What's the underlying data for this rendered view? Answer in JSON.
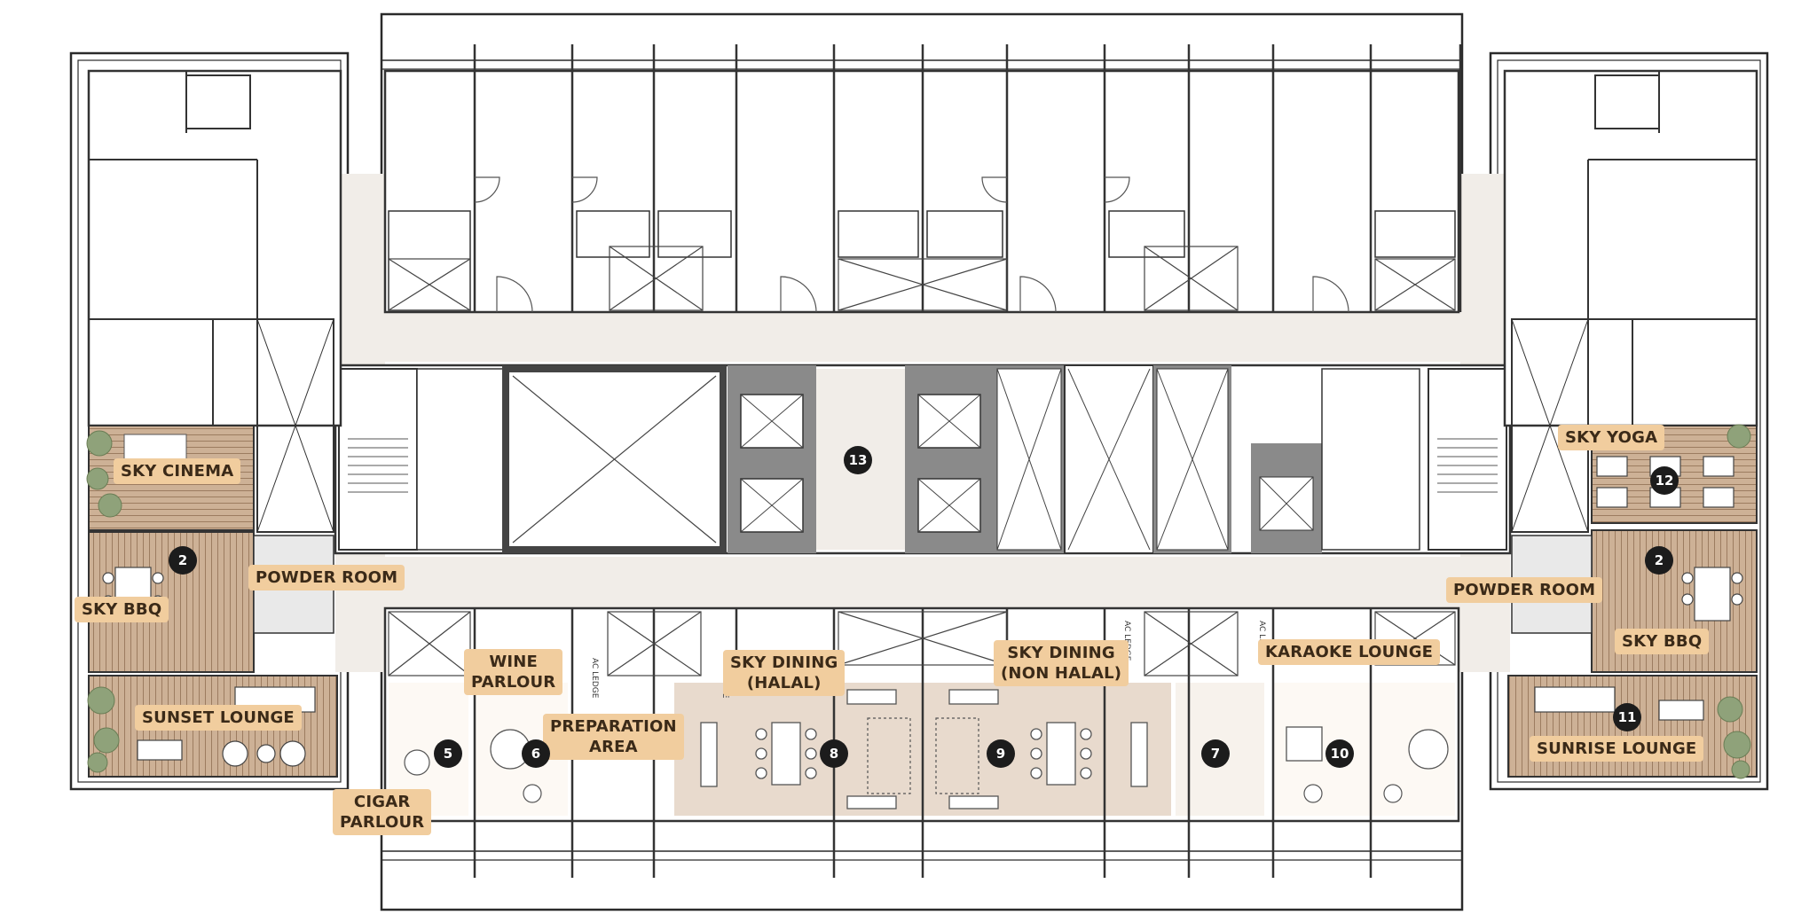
{
  "labels": {
    "sky_cinema": "SKY CINEMA",
    "powder_room_left": "POWDER ROOM",
    "sky_bbq_left": "SKY BBQ",
    "sunset_lounge": "SUNSET LOUNGE",
    "wine_parlour": "WINE\nPARLOUR",
    "preparation_area": "PREPARATION\nAREA",
    "cigar_parlour": "CIGAR\nPARLOUR",
    "sky_dining_halal": "SKY DINING\n(HALAL)",
    "sky_dining_non_halal": "SKY DINING\n(NON HALAL)",
    "karaoke_lounge": "KARAOKE LOUNGE",
    "sky_yoga": "SKY YOGA",
    "powder_room_right": "POWDER ROOM",
    "sky_bbq_right": "SKY BBQ",
    "sunrise_lounge": "SUNRISE LOUNGE"
  },
  "markers": {
    "m2_left": "2",
    "m2_right": "2",
    "m5": "5",
    "m6": "6",
    "m7": "7",
    "m8": "8",
    "m9": "9",
    "m10": "10",
    "m11": "11",
    "m12": "12",
    "m13": "13"
  },
  "ledge_text": "AC LEDGE",
  "colors": {
    "label_bg": "#f1cd9e",
    "marker_bg": "#1c1c1c",
    "corridor": "#f1ede8",
    "deck": "#c9ab8f",
    "dining": "#e8dacd",
    "wall": "#333333",
    "core": "#777777",
    "greenery": "#8fa27a"
  }
}
